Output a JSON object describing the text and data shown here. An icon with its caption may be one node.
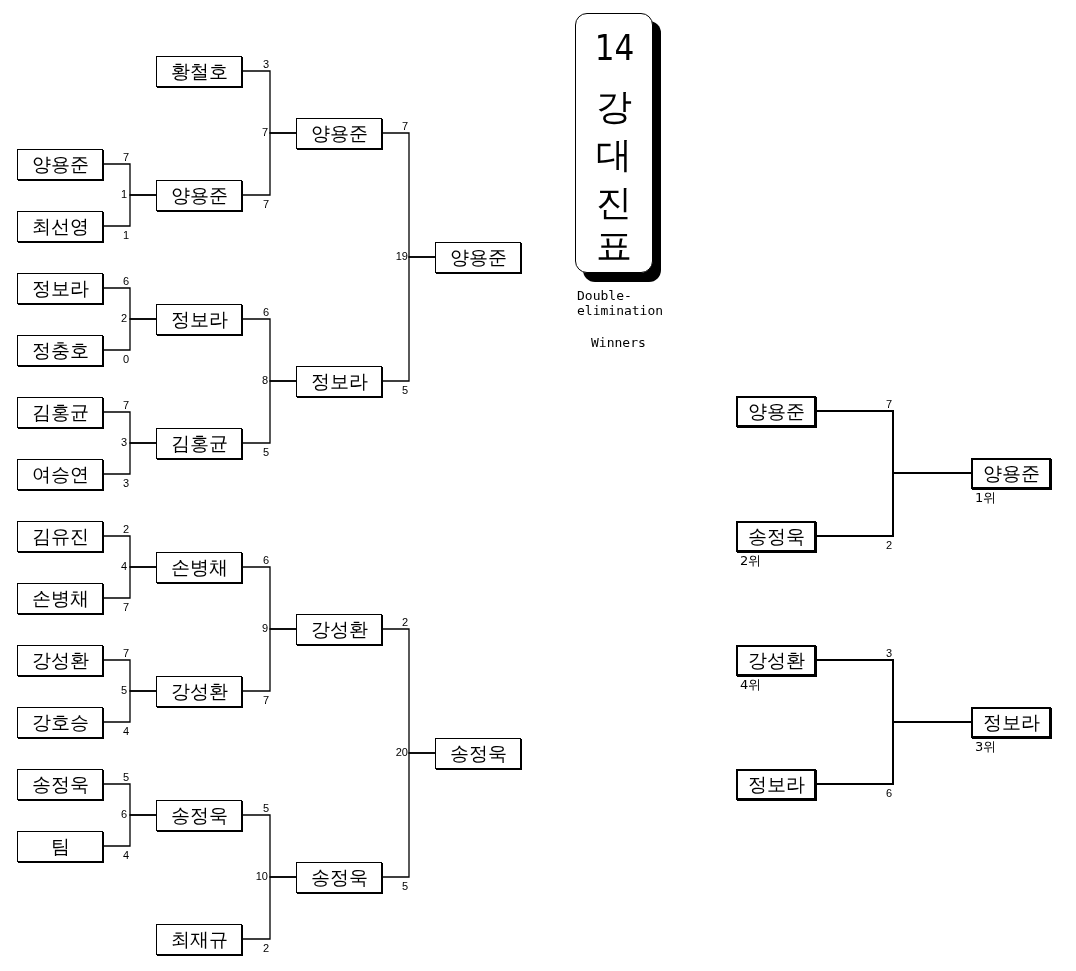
{
  "diagram": {
    "title": "14강대진표",
    "nodes": [
      {
        "text": [
          "황철호"
        ]
      },
      {
        "text": [
          "양용준"
        ]
      },
      {
        "text": [
          "최선영"
        ]
      },
      {
        "text": [
          "양용준"
        ]
      },
      {
        "text": [
          "양용준"
        ]
      },
      {
        "text": [
          "양용준"
        ]
      },
      {
        "text": [
          "정보라"
        ]
      },
      {
        "text": [
          "정충호"
        ]
      },
      {
        "text": [
          "정보라"
        ]
      },
      {
        "text": [
          "김홍균"
        ]
      },
      {
        "text": [
          "여승연"
        ]
      },
      {
        "text": [
          "김홍균"
        ]
      },
      {
        "text": [
          "정보라"
        ]
      },
      {
        "text": [
          "김유진"
        ]
      },
      {
        "text": [
          "손병채"
        ]
      },
      {
        "text": [
          "손병채"
        ]
      },
      {
        "text": [
          "강성환"
        ]
      },
      {
        "text": [
          "강호승"
        ]
      },
      {
        "text": [
          "강성환"
        ]
      },
      {
        "text": [
          "강성환"
        ]
      },
      {
        "text": [
          "송정욱"
        ]
      },
      {
        "text": [
          "팀"
        ]
      },
      {
        "text": [
          "송정욱"
        ]
      },
      {
        "text": [
          "최재규"
        ]
      },
      {
        "text": [
          "송정욱"
        ]
      },
      {
        "text": [
          "송정욱"
        ]
      },
      {
        "text": [
          "양용준"
        ]
      },
      {
        "text": [
          "송정욱"
        ],
        "beside": [
          "2위"
        ]
      },
      {
        "text": [
          "양용준"
        ],
        "beside": [
          "1위"
        ]
      },
      {
        "text": [
          "강성환"
        ],
        "beside": [
          "4위"
        ]
      },
      {
        "text": [
          "정보라"
        ]
      },
      {
        "text": [
          "정보라"
        ],
        "beside": [
          "3위"
        ]
      }
    ],
    "edges": [
      {
        "from": 1,
        "to": 3,
        "arrow": "none",
        "label": "7"
      },
      {
        "from": 2,
        "to": 3,
        "arrow": "none",
        "label": "1"
      },
      {
        "from": 0,
        "to": 4,
        "arrow": "none",
        "label": "3"
      },
      {
        "from": 3,
        "to": 4,
        "arrow": "none",
        "label": "7"
      },
      {
        "from": 6,
        "to": 8,
        "arrow": "none",
        "label": "6"
      },
      {
        "from": 7,
        "to": 8,
        "arrow": "none",
        "label": "0"
      },
      {
        "from": 9,
        "to": 11,
        "arrow": "none",
        "label": "7"
      },
      {
        "from": 10,
        "to": 11,
        "arrow": "none",
        "label": "3"
      },
      {
        "from": 8,
        "to": 12,
        "arrow": "none",
        "label": "6"
      },
      {
        "from": 11,
        "to": 12,
        "arrow": "none",
        "label": "5"
      },
      {
        "from": 4,
        "to": 5,
        "arrow": "none",
        "label": "7"
      },
      {
        "from": 12,
        "to": 5,
        "arrow": "none",
        "label": "5"
      },
      {
        "from": 13,
        "to": 15,
        "arrow": "none",
        "label": "2"
      },
      {
        "from": 14,
        "to": 15,
        "arrow": "none",
        "label": "7"
      },
      {
        "from": 16,
        "to": 18,
        "arrow": "none",
        "label": "7"
      },
      {
        "from": 17,
        "to": 18,
        "arrow": "none",
        "label": "4"
      },
      {
        "from": 15,
        "to": 19,
        "arrow": "none",
        "label": "6"
      },
      {
        "from": 18,
        "to": 19,
        "arrow": "none",
        "label": "7"
      },
      {
        "from": 20,
        "to": 22,
        "arrow": "none",
        "label": "5"
      },
      {
        "from": 21,
        "to": 22,
        "arrow": "none",
        "label": "4"
      },
      {
        "from": 22,
        "to": 24,
        "arrow": "none",
        "label": "5"
      },
      {
        "from": 23,
        "to": 24,
        "arrow": "none",
        "label": "2"
      },
      {
        "from": 19,
        "to": 25,
        "arrow": "none",
        "label": "2"
      },
      {
        "from": 24,
        "to": 25,
        "arrow": "none",
        "label": "5"
      },
      {
        "from": 26,
        "to": 28,
        "arrow": "none",
        "label": "7"
      },
      {
        "from": 27,
        "to": 28,
        "arrow": "none",
        "label": "2"
      },
      {
        "from": 29,
        "to": 31,
        "arrow": "none",
        "label": "3"
      },
      {
        "from": 30,
        "to": 31,
        "arrow": "none",
        "label": "6"
      }
    ],
    "labels": [
      "7",
      "1",
      "19",
      "2",
      "Double-elimination",
      "Winners",
      "8",
      "3",
      "4",
      "9",
      "5",
      "20",
      "6",
      "10"
    ]
  }
}
